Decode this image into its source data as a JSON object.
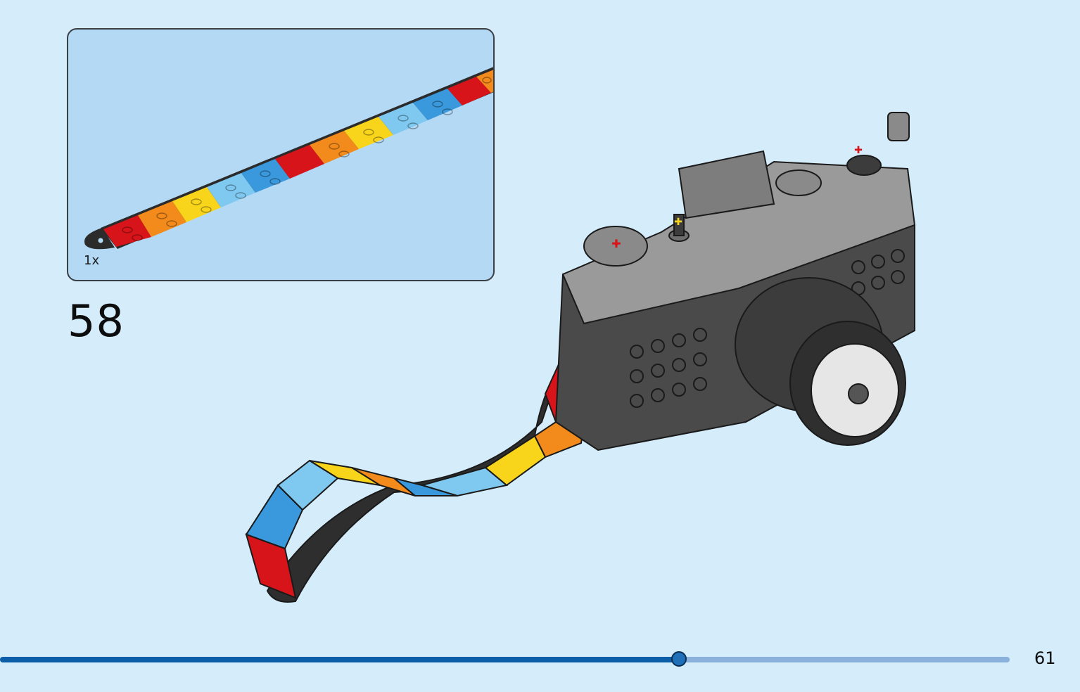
{
  "step": {
    "number": "58"
  },
  "parts": {
    "quantity": "1x",
    "icon": "tile-strap-icon"
  },
  "progress": {
    "fraction": 0.6725
  },
  "page": {
    "number": "61"
  },
  "colors": {
    "background": "#d5ecfb",
    "parts_box": "#b3d9f5",
    "progress_fill": "#0b5fa8",
    "progress_track": "#8ab0dc",
    "strap_red": "#d7141a",
    "strap_orange": "#f28a1c",
    "strap_yellow": "#f8d41b",
    "strap_lightblue": "#7fc8f0",
    "strap_blue": "#3a98dc",
    "camera_dark": "#3c3c3c",
    "camera_grey": "#9a9a9a"
  }
}
